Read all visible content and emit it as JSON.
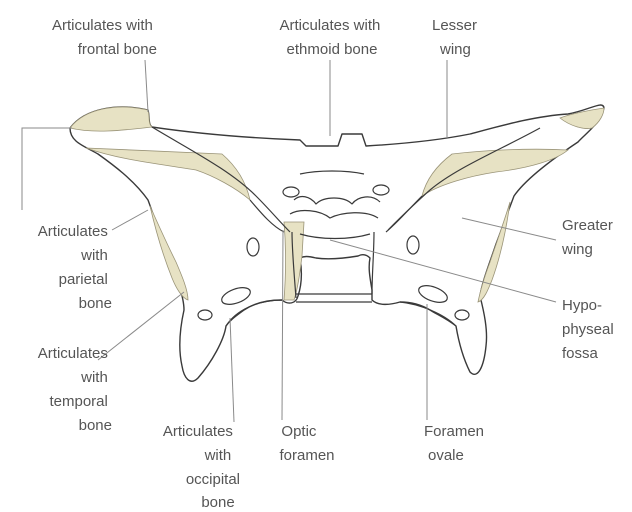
{
  "labels": {
    "frontal": [
      "Articulates with",
      "frontal bone"
    ],
    "ethmoid": [
      "Articulates with",
      "ethmoid bone"
    ],
    "lesser_wing": [
      "Lesser",
      "wing"
    ],
    "parietal": [
      "Articulates",
      "with",
      "parietal",
      "bone"
    ],
    "temporal": [
      "Articulates",
      "with",
      "temporal",
      "bone"
    ],
    "occipital": [
      "Articulates",
      "with",
      "occipital",
      "bone"
    ],
    "optic": [
      "Optic",
      "foramen"
    ],
    "foramen_ovale": [
      "Foramen",
      "ovale"
    ],
    "greater_wing": [
      "Greater",
      "wing"
    ],
    "hypophyseal": [
      "Hypo-",
      "physeal",
      "fossa"
    ]
  },
  "colors": {
    "bone_outline": "#3a3a3a",
    "articular_surface": "#e7e2c4",
    "label_text": "#555555",
    "leader_line": "#8a8a8a"
  }
}
